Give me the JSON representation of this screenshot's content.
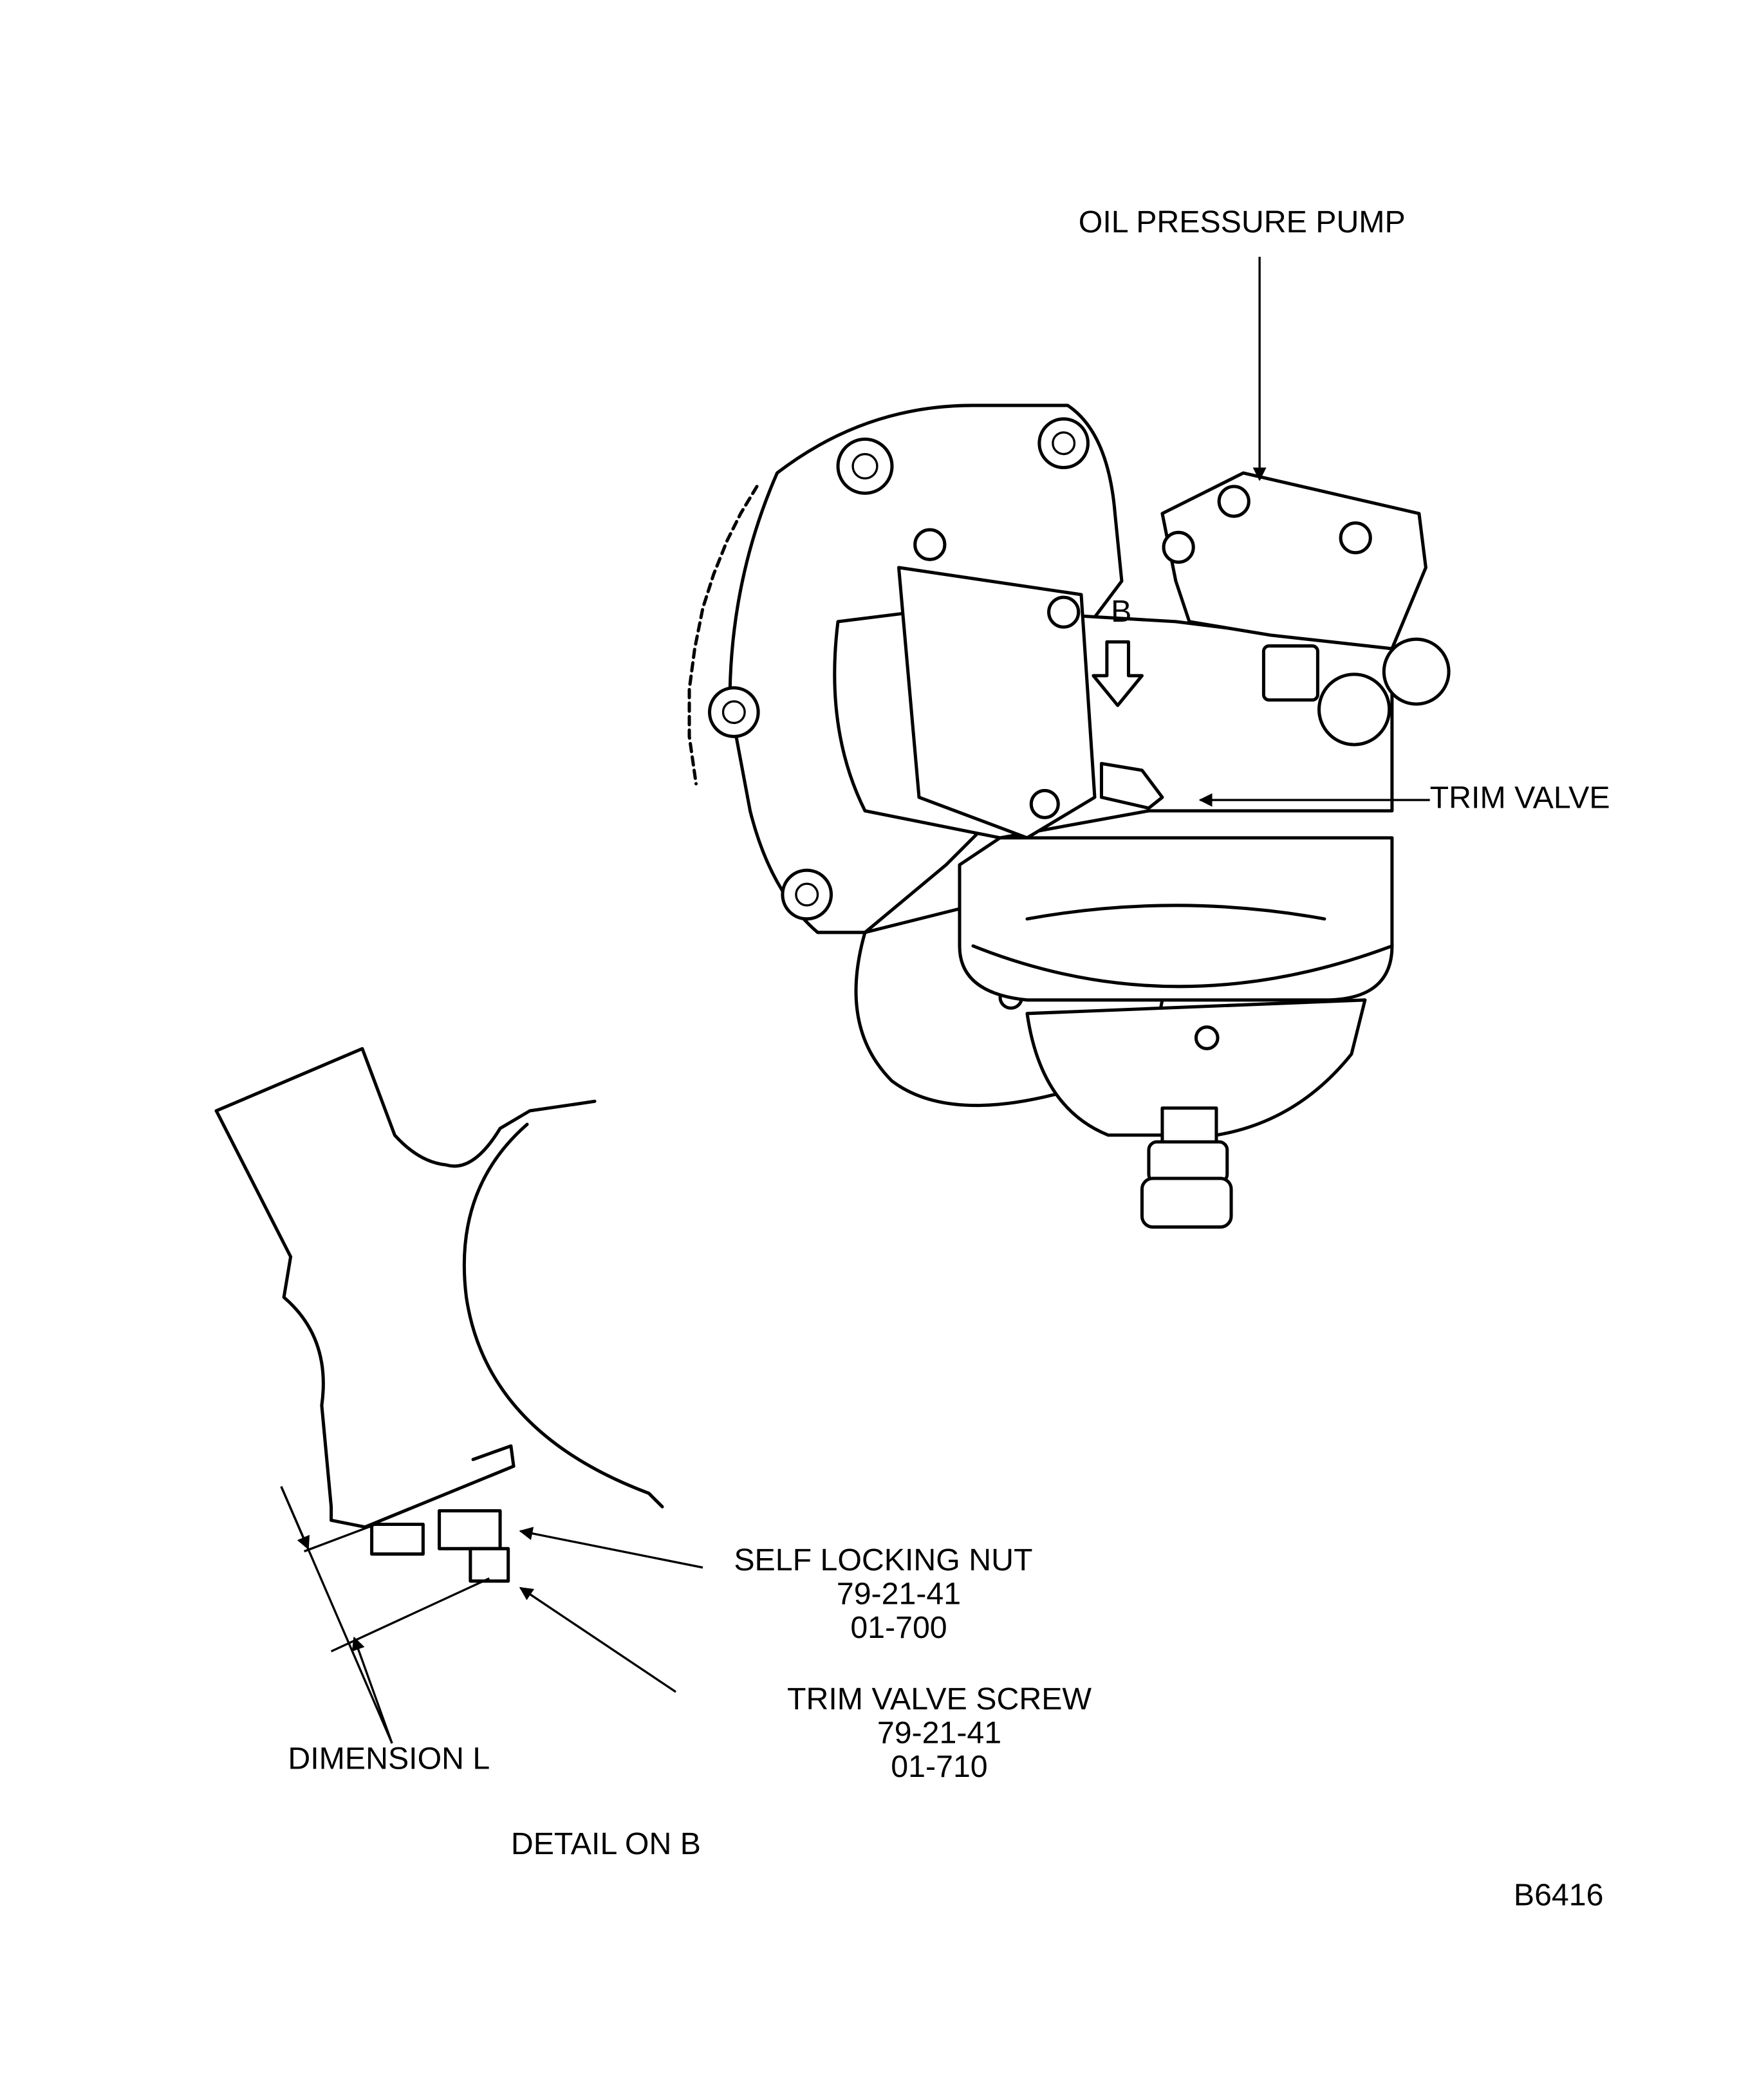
{
  "labels": {
    "oil_pressure_pump": "OIL PRESSURE PUMP",
    "view_marker": "B",
    "trim_valve": "TRIM VALVE",
    "self_locking_nut": {
      "name": "SELF LOCKING NUT",
      "ref1": "79-21-41",
      "ref2": "01-700"
    },
    "trim_valve_screw": {
      "name": "TRIM VALVE SCREW",
      "ref1": "79-21-41",
      "ref2": "01-710"
    },
    "dimension": "DIMENSION L",
    "detail_caption": "DETAIL ON B",
    "figure_id": "B6416"
  }
}
